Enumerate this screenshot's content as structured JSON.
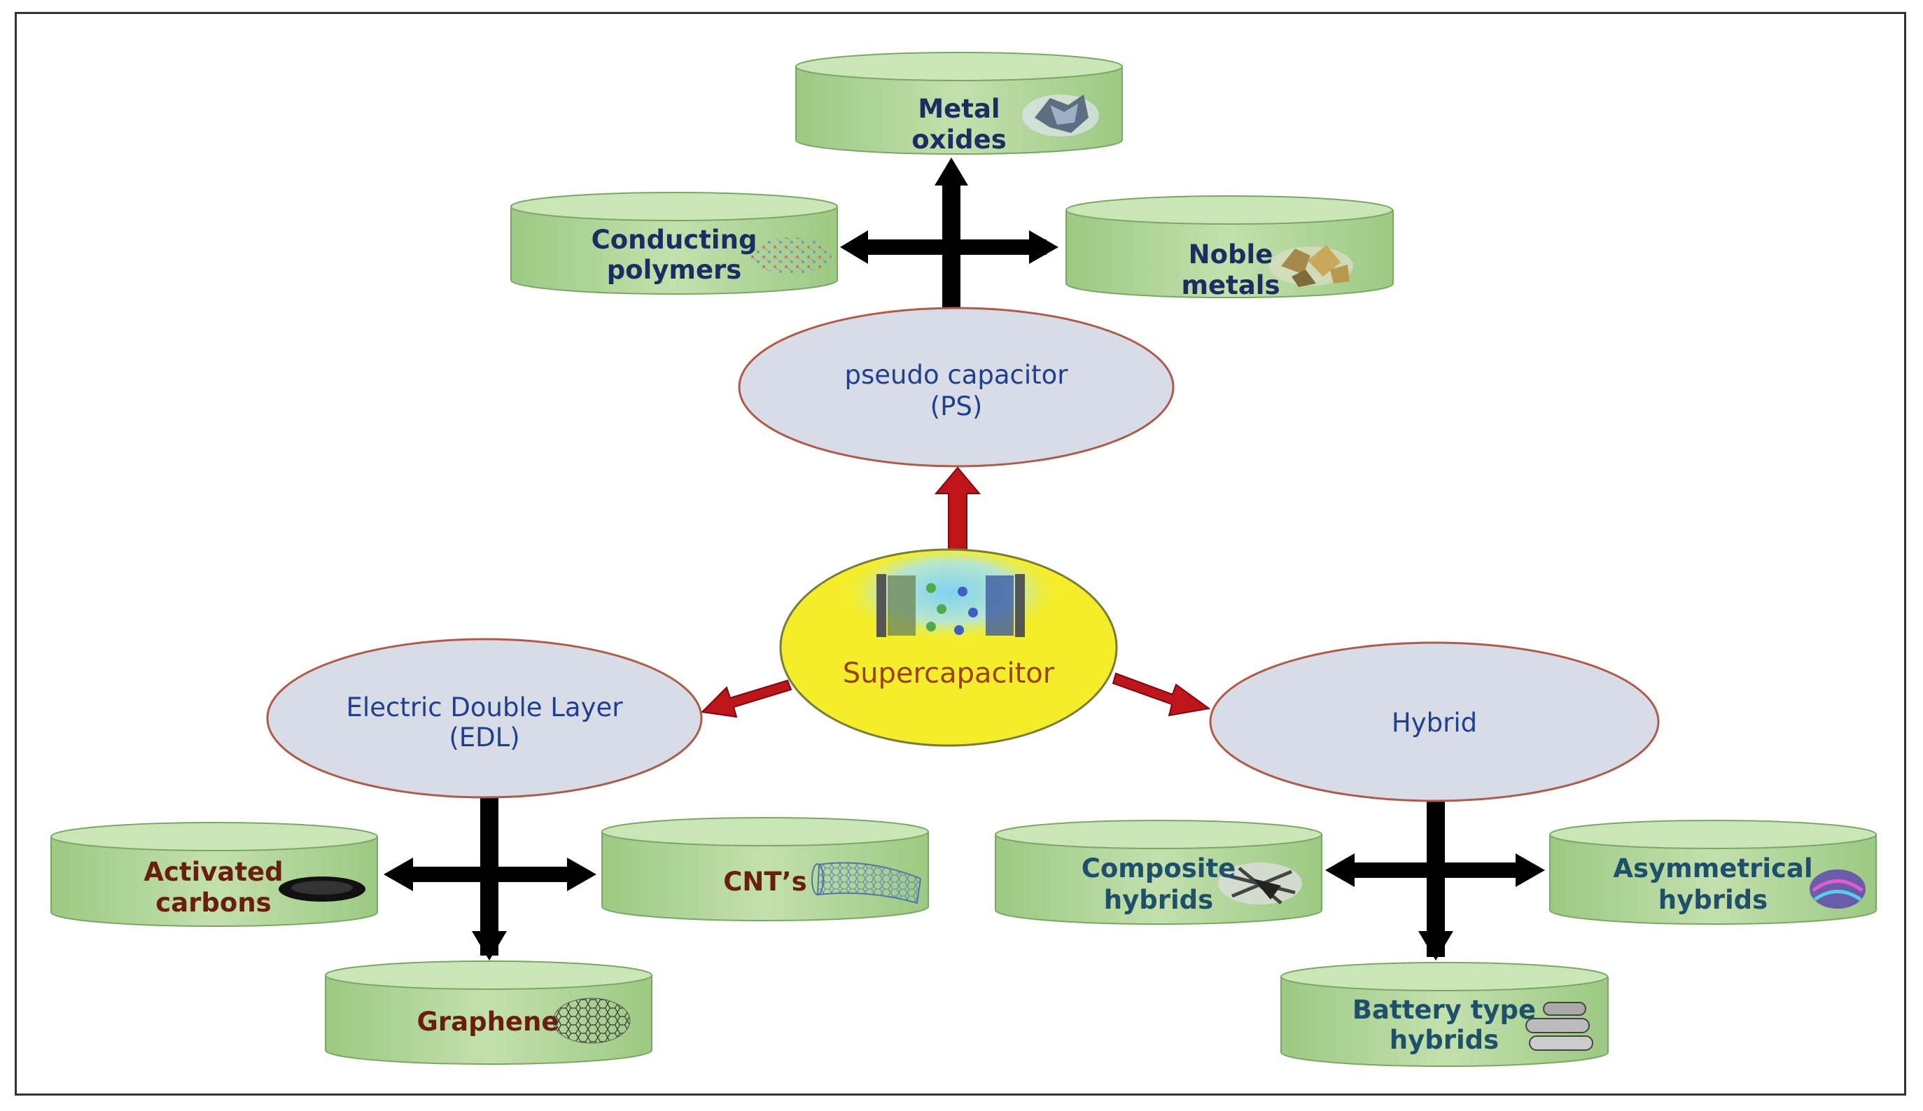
{
  "center": {
    "label": "Supercapacitor"
  },
  "categories": {
    "ps": {
      "line1": "pseudo capacitor",
      "line2": "(PS)"
    },
    "edl": {
      "line1": "Electric Double Layer",
      "line2": "(EDL)"
    },
    "hybrid": {
      "line1": "Hybrid"
    }
  },
  "leaves": {
    "metal_oxides": {
      "line1": "Metal",
      "line2": "oxides"
    },
    "conducting_polymers": {
      "line1": "Conducting",
      "line2": "polymers"
    },
    "noble_metals": {
      "line1": "Noble",
      "line2": "metals"
    },
    "activated_carbons": {
      "line1": "Activated",
      "line2": "carbons"
    },
    "cnts": {
      "line1": "CNT’s"
    },
    "graphene": {
      "line1": "Graphene"
    },
    "composite_hybrids": {
      "line1": "Composite",
      "line2": "hybrids"
    },
    "asymmetrical_hybrids": {
      "line1": "Asymmetrical",
      "line2": "hybrids"
    },
    "battery_type_hybrids": {
      "line1": "Battery type",
      "line2": "hybrids"
    }
  },
  "colors": {
    "leaf_fill": "#b2d69a",
    "category_fill": "#d7dce6",
    "center_fill": "#f4ee2a",
    "red_arrow": "#c0141b",
    "black_arrow": "#000000"
  },
  "icons": {
    "center": "supercapacitor-cell-icon",
    "metal_oxides": "metal-oxide-crystal-icon",
    "conducting_polymers": "polymer-lattice-icon",
    "noble_metals": "noble-metal-nuggets-icon",
    "activated_carbons": "carbon-particle-icon",
    "cnts": "nanotube-icon",
    "graphene": "graphene-hexagon-icon",
    "composite_hybrids": "composite-fiber-icon",
    "asymmetrical_hybrids": "asymmetric-layer-icon",
    "battery_type_hybrids": "battery-cells-icon"
  }
}
